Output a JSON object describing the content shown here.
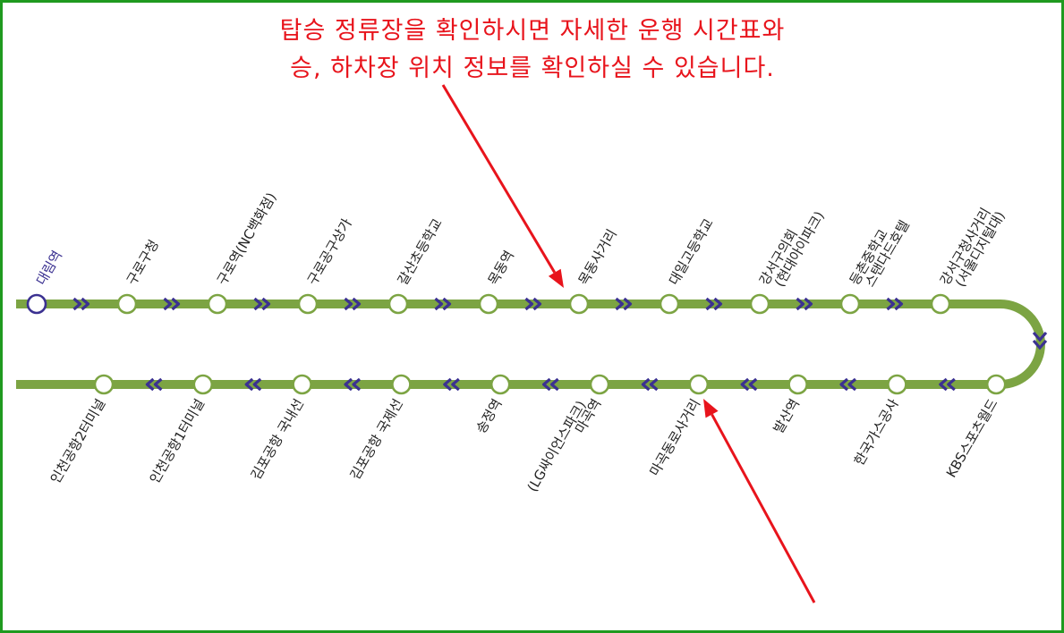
{
  "notice": {
    "line1": "탑승 정류장을 확인하시면 자세한 운행 시간표와",
    "line2": "승, 하차장 위치 정보를 확인하실 수 있습니다."
  },
  "colors": {
    "route_line": "#7ca443",
    "stop_ring": "#7ca443",
    "start_ring": "#3b3191",
    "direction_arrow": "#3b3191",
    "notice_text": "#e8141c",
    "pointer_arrow": "#e8141c",
    "frame": "#1f9a1f"
  },
  "route": {
    "top_row": [
      {
        "name": "대림역",
        "start": true
      },
      {
        "name": "구로구청"
      },
      {
        "name": "구로역(NC백화점)"
      },
      {
        "name": "구로공구상가"
      },
      {
        "name": "갈산초등학교"
      },
      {
        "name": "목동역"
      },
      {
        "name": "목동사거리"
      },
      {
        "name": "대일고등학교"
      },
      {
        "name": "강서구의회",
        "sub": "(현대아이파크)"
      },
      {
        "name": "등촌중학교",
        "sub": "스탠다드호텔"
      },
      {
        "name": "강서구청사거리",
        "sub": "(서울디지털대)"
      }
    ],
    "bottom_row": [
      {
        "name": "인천공항2터미널"
      },
      {
        "name": "인천공항1터미널"
      },
      {
        "name": "김포공항 국내선"
      },
      {
        "name": "김포공항 국제선"
      },
      {
        "name": "송정역"
      },
      {
        "name": "마곡역",
        "sub": "(LG싸이언스파크)"
      },
      {
        "name": "마곡동로사거리"
      },
      {
        "name": "발산역"
      },
      {
        "name": "한국가스공사"
      },
      {
        "name": "KBS스포츠월드"
      }
    ]
  }
}
